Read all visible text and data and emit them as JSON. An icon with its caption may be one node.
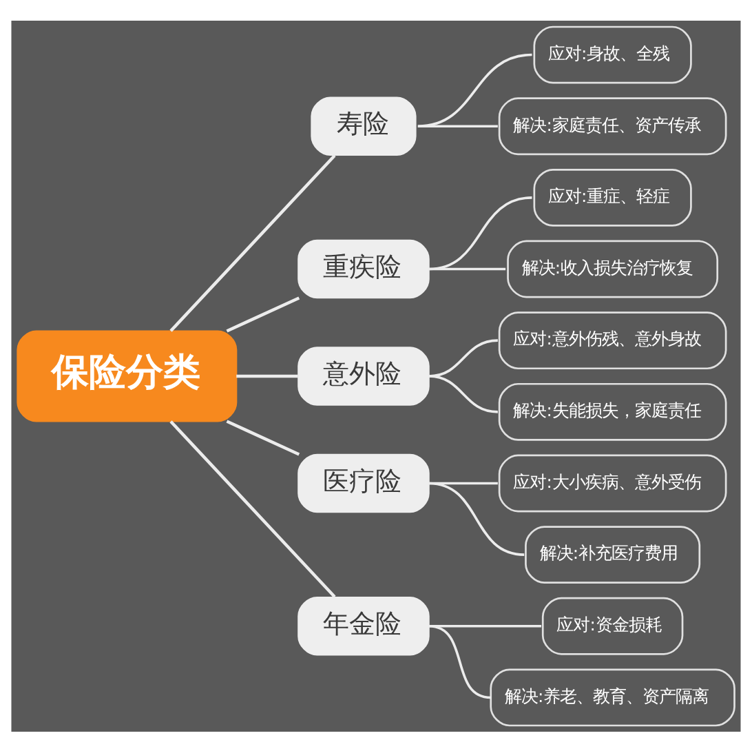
{
  "diagram": {
    "nodes": [
      {
        "text": [
          "保险分类"
        ]
      },
      {
        "text": [
          "寿险"
        ]
      },
      {
        "text": [
          "应对:身故、全残"
        ]
      },
      {
        "text": [
          "解决:家庭责任、资产传承"
        ]
      },
      {
        "text": [
          "重疾险"
        ]
      },
      {
        "text": [
          "应对:重症、轻症"
        ]
      },
      {
        "text": [
          "解决:收入损失治疗恢复"
        ]
      },
      {
        "text": [
          "意外险"
        ]
      },
      {
        "text": [
          "应对:意外伤残、意外身故"
        ]
      },
      {
        "text": [
          "解决:失能损失，家庭责任"
        ]
      },
      {
        "text": [
          "医疗险"
        ]
      },
      {
        "text": [
          "应对:大小疾病、意外受伤"
        ]
      },
      {
        "text": [
          "解决:补充医疗费用"
        ]
      },
      {
        "text": [
          "年金险"
        ]
      },
      {
        "text": [
          "应对:资金损耗"
        ]
      },
      {
        "text": [
          "解决:养老、教育、资产隔离"
        ]
      }
    ],
    "edges": [
      {
        "from": 0,
        "to": 1,
        "arrow": "none"
      },
      {
        "from": 1,
        "to": 2,
        "arrow": "none"
      },
      {
        "from": 1,
        "to": 3,
        "arrow": "none"
      },
      {
        "from": 0,
        "to": 4,
        "arrow": "none"
      },
      {
        "from": 4,
        "to": 5,
        "arrow": "none"
      },
      {
        "from": 4,
        "to": 6,
        "arrow": "none"
      },
      {
        "from": 0,
        "to": 7,
        "arrow": "none"
      },
      {
        "from": 7,
        "to": 8,
        "arrow": "none"
      },
      {
        "from": 7,
        "to": 9,
        "arrow": "none"
      },
      {
        "from": 0,
        "to": 10,
        "arrow": "none"
      },
      {
        "from": 10,
        "to": 11,
        "arrow": "none"
      },
      {
        "from": 10,
        "to": 12,
        "arrow": "none"
      },
      {
        "from": 0,
        "to": 13,
        "arrow": "none"
      },
      {
        "from": 13,
        "to": 14,
        "arrow": "none"
      },
      {
        "from": 13,
        "to": 15,
        "arrow": "none"
      }
    ]
  }
}
